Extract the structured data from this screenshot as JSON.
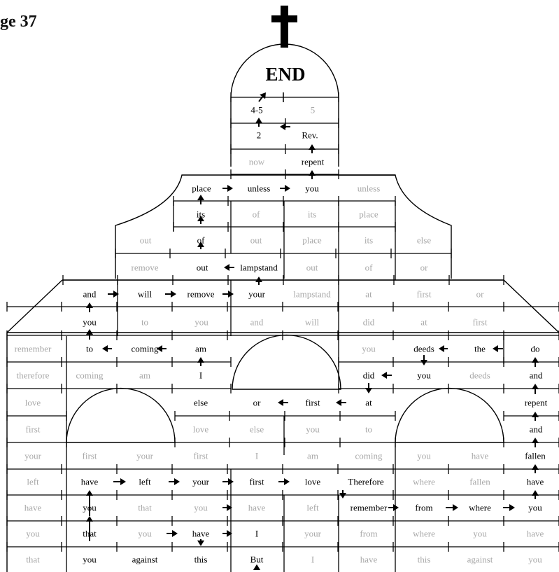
{
  "page_label": "ge 37",
  "end_label": "END",
  "icons": {
    "cross": "cross-icon",
    "arrow": "arrow-icon",
    "hatch": "hatched-arch"
  },
  "colors": {
    "active": "#000000",
    "inactive": "#a8a8a8",
    "background": "#ffffff"
  },
  "words": [
    {
      "t": "4-5",
      "a": 1
    },
    {
      "t": "5",
      "a": 0
    },
    {
      "t": "2",
      "a": 1
    },
    {
      "t": "Rev.",
      "a": 1
    },
    {
      "t": "now",
      "a": 0
    },
    {
      "t": "repent",
      "a": 1
    },
    {
      "t": "place",
      "a": 1
    },
    {
      "t": "unless",
      "a": 1
    },
    {
      "t": "you",
      "a": 1
    },
    {
      "t": "unless",
      "a": 0
    },
    {
      "t": "its",
      "a": 1
    },
    {
      "t": "of",
      "a": 0
    },
    {
      "t": "its",
      "a": 0
    },
    {
      "t": "place",
      "a": 0
    },
    {
      "t": "out",
      "a": 0
    },
    {
      "t": "of",
      "a": 1
    },
    {
      "t": "out",
      "a": 0
    },
    {
      "t": "place",
      "a": 0
    },
    {
      "t": "its",
      "a": 0
    },
    {
      "t": "else",
      "a": 0
    },
    {
      "t": "remove",
      "a": 0
    },
    {
      "t": "out",
      "a": 1
    },
    {
      "t": "lampstand",
      "a": 1
    },
    {
      "t": "out",
      "a": 0
    },
    {
      "t": "of",
      "a": 0
    },
    {
      "t": "or",
      "a": 0
    },
    {
      "t": "and",
      "a": 1
    },
    {
      "t": "will",
      "a": 1
    },
    {
      "t": "remove",
      "a": 1
    },
    {
      "t": "your",
      "a": 1
    },
    {
      "t": "lampstand",
      "a": 0
    },
    {
      "t": "at",
      "a": 0
    },
    {
      "t": "first",
      "a": 0
    },
    {
      "t": "or",
      "a": 0
    },
    {
      "t": "you",
      "a": 1
    },
    {
      "t": "to",
      "a": 0
    },
    {
      "t": "you",
      "a": 0
    },
    {
      "t": "and",
      "a": 0
    },
    {
      "t": "will",
      "a": 0
    },
    {
      "t": "did",
      "a": 0
    },
    {
      "t": "at",
      "a": 0
    },
    {
      "t": "first",
      "a": 0
    },
    {
      "t": "remember",
      "a": 0
    },
    {
      "t": "to",
      "a": 1
    },
    {
      "t": "coming",
      "a": 1
    },
    {
      "t": "am",
      "a": 1
    },
    {
      "t": "you",
      "a": 0
    },
    {
      "t": "deeds",
      "a": 1
    },
    {
      "t": "the",
      "a": 1
    },
    {
      "t": "do",
      "a": 1
    },
    {
      "t": "therefore",
      "a": 0
    },
    {
      "t": "coming",
      "a": 0
    },
    {
      "t": "am",
      "a": 0
    },
    {
      "t": "I",
      "a": 1
    },
    {
      "t": "did",
      "a": 1
    },
    {
      "t": "you",
      "a": 1
    },
    {
      "t": "deeds",
      "a": 0
    },
    {
      "t": "and",
      "a": 1
    },
    {
      "t": "love",
      "a": 0
    },
    {
      "t": "else",
      "a": 1
    },
    {
      "t": "or",
      "a": 1
    },
    {
      "t": "first",
      "a": 1
    },
    {
      "t": "at",
      "a": 1
    },
    {
      "t": "repent",
      "a": 1
    },
    {
      "t": "first",
      "a": 0
    },
    {
      "t": "love",
      "a": 0
    },
    {
      "t": "else",
      "a": 0
    },
    {
      "t": "you",
      "a": 0
    },
    {
      "t": "to",
      "a": 0
    },
    {
      "t": "and",
      "a": 1
    },
    {
      "t": "your",
      "a": 0
    },
    {
      "t": "first",
      "a": 0
    },
    {
      "t": "your",
      "a": 0
    },
    {
      "t": "first",
      "a": 0
    },
    {
      "t": "I",
      "a": 0
    },
    {
      "t": "am",
      "a": 0
    },
    {
      "t": "coming",
      "a": 0
    },
    {
      "t": "you",
      "a": 0
    },
    {
      "t": "have",
      "a": 0
    },
    {
      "t": "fallen",
      "a": 1
    },
    {
      "t": "left",
      "a": 0
    },
    {
      "t": "have",
      "a": 1
    },
    {
      "t": "left",
      "a": 1
    },
    {
      "t": "your",
      "a": 1
    },
    {
      "t": "first",
      "a": 1
    },
    {
      "t": "love",
      "a": 1
    },
    {
      "t": "Therefore",
      "a": 1
    },
    {
      "t": "where",
      "a": 0
    },
    {
      "t": "fallen",
      "a": 0
    },
    {
      "t": "have",
      "a": 1
    },
    {
      "t": "have",
      "a": 0
    },
    {
      "t": "you",
      "a": 1
    },
    {
      "t": "that",
      "a": 0
    },
    {
      "t": "you",
      "a": 0
    },
    {
      "t": "have",
      "a": 0
    },
    {
      "t": "left",
      "a": 0
    },
    {
      "t": "remember",
      "a": 1
    },
    {
      "t": "from",
      "a": 1
    },
    {
      "t": "where",
      "a": 1
    },
    {
      "t": "you",
      "a": 1
    },
    {
      "t": "you",
      "a": 0
    },
    {
      "t": "that",
      "a": 1
    },
    {
      "t": "you",
      "a": 0
    },
    {
      "t": "have",
      "a": 1
    },
    {
      "t": "I",
      "a": 1
    },
    {
      "t": "your",
      "a": 0
    },
    {
      "t": "from",
      "a": 0
    },
    {
      "t": "where",
      "a": 0
    },
    {
      "t": "you",
      "a": 0
    },
    {
      "t": "have",
      "a": 0
    },
    {
      "t": "that",
      "a": 0
    },
    {
      "t": "you",
      "a": 1
    },
    {
      "t": "against",
      "a": 1
    },
    {
      "t": "this",
      "a": 1
    },
    {
      "t": "But",
      "a": 1
    },
    {
      "t": "I",
      "a": 0
    },
    {
      "t": "have",
      "a": 0
    },
    {
      "t": "this",
      "a": 0
    },
    {
      "t": "against",
      "a": 0
    },
    {
      "t": "you",
      "a": 0
    }
  ]
}
